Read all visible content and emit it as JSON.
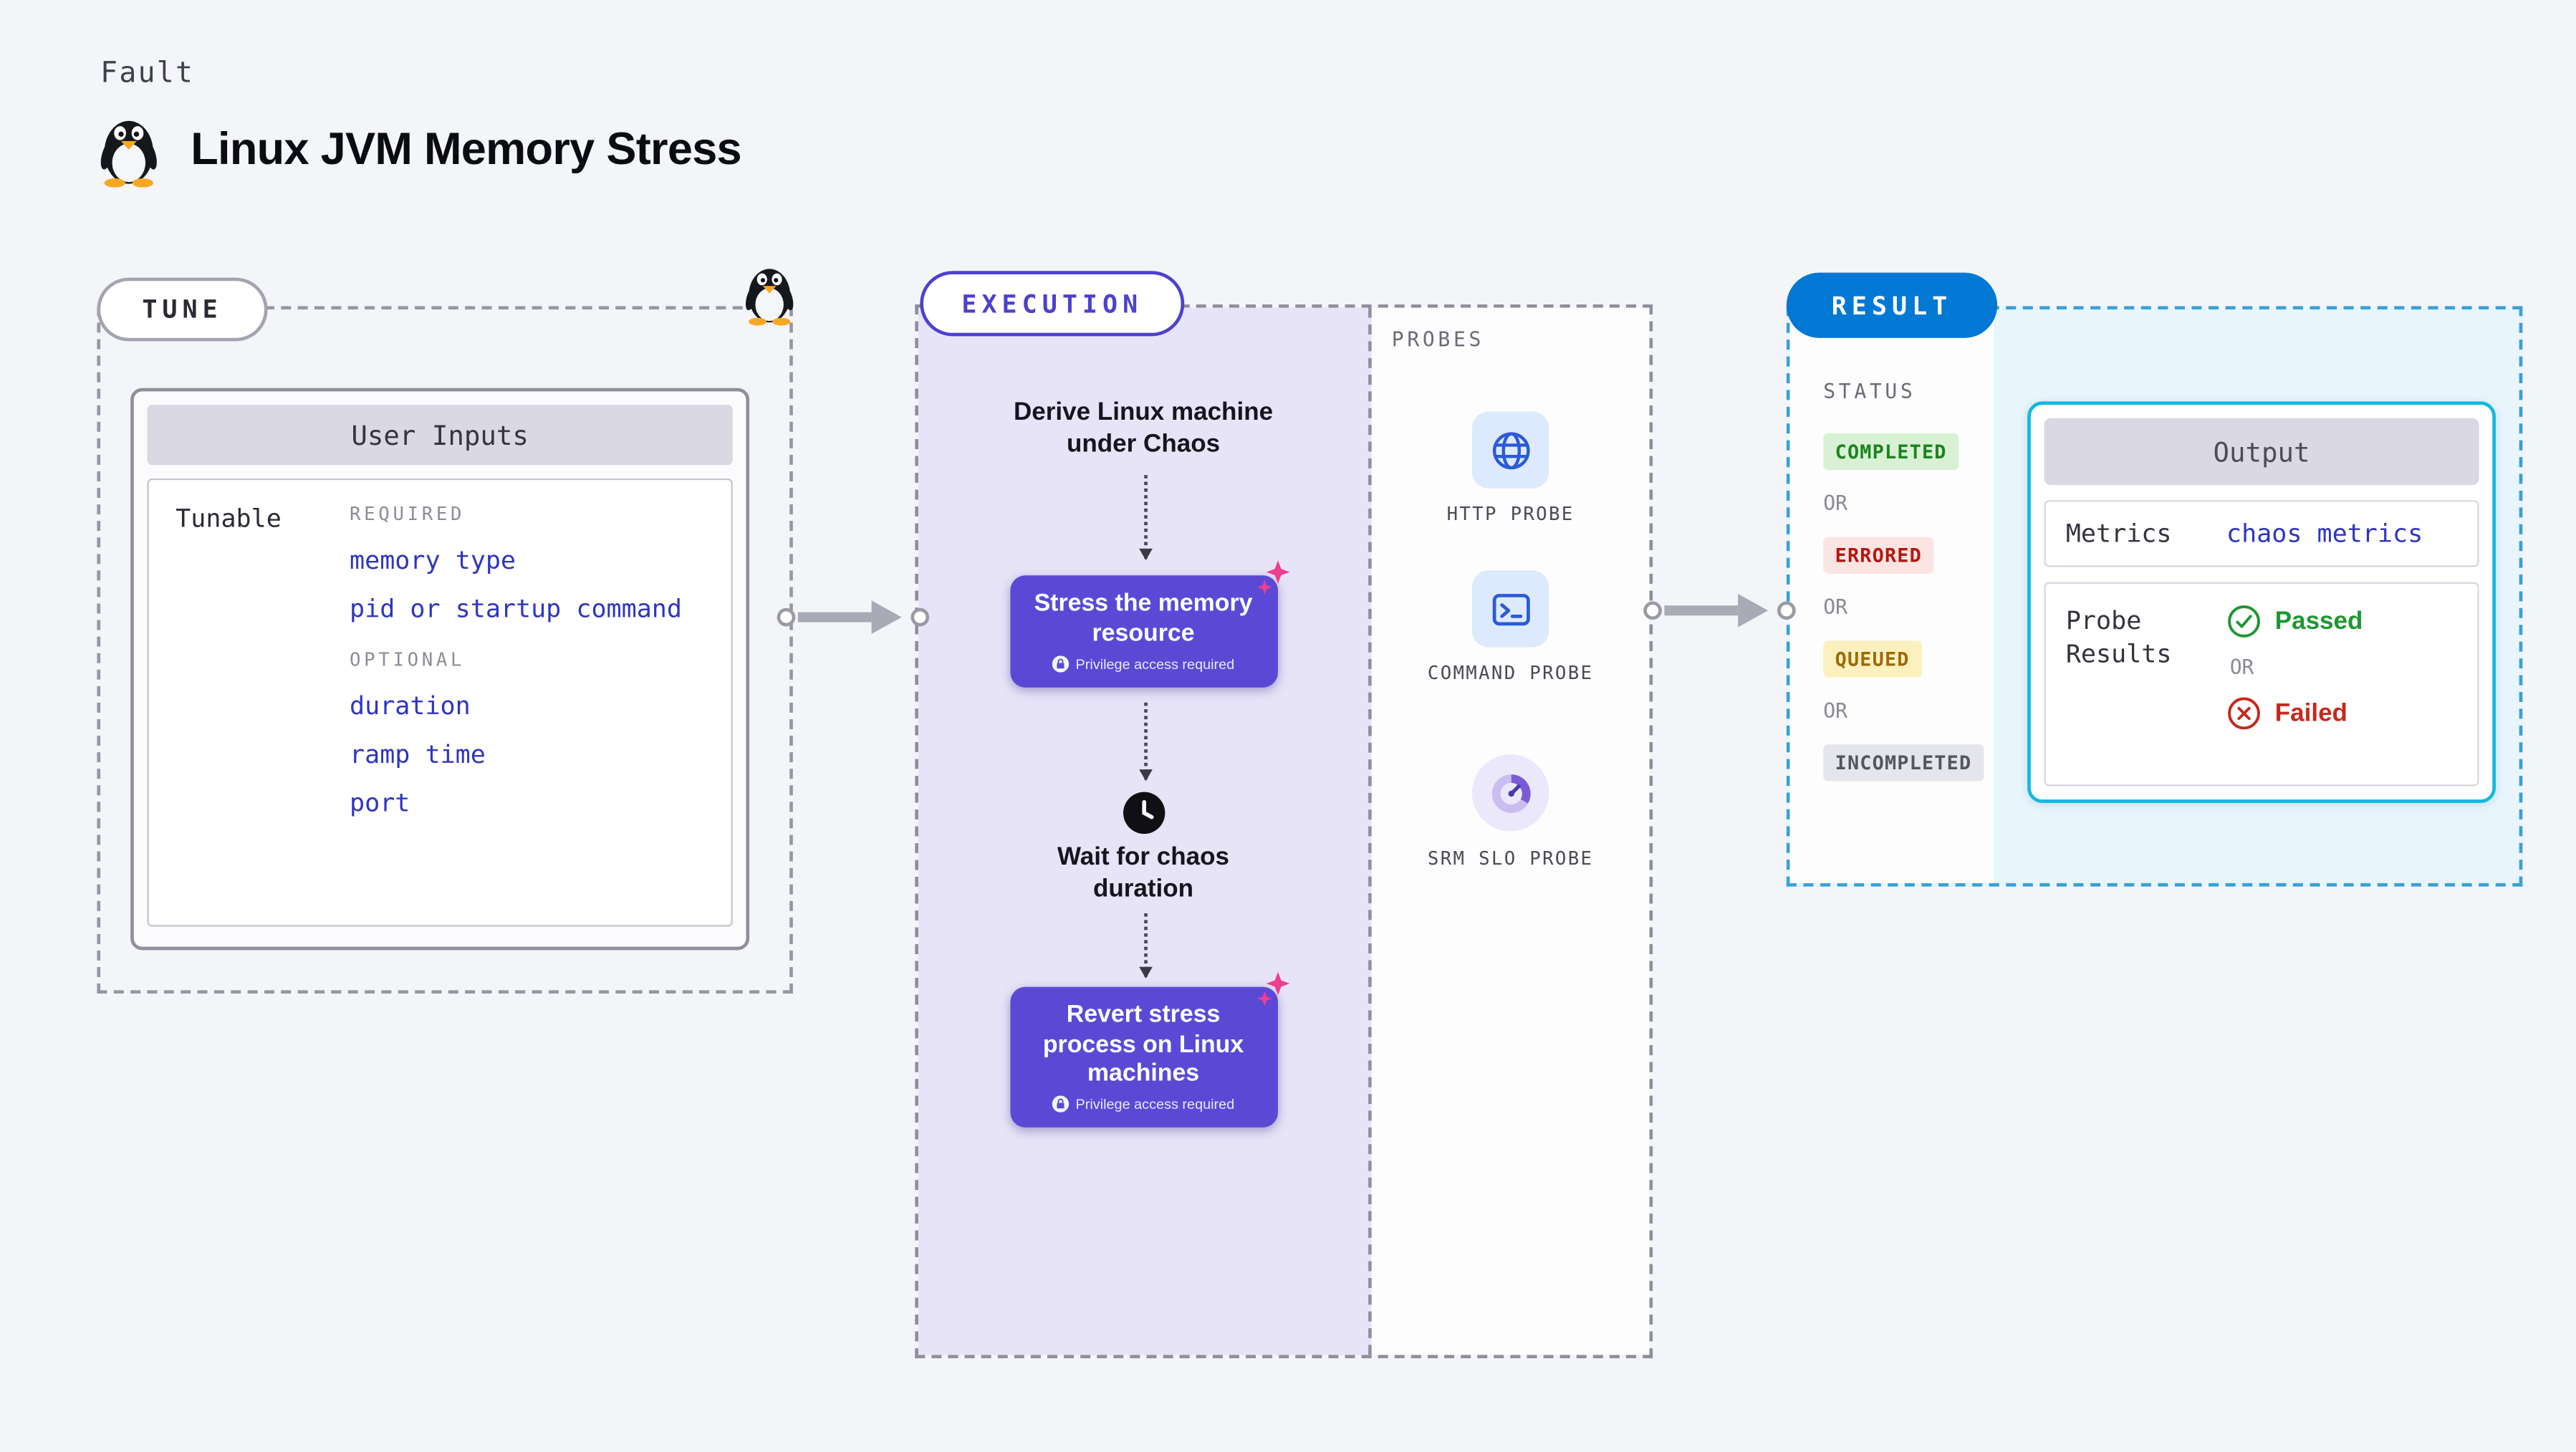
{
  "page": {
    "kicker": "Fault",
    "title": "Linux JVM Memory Stress"
  },
  "tune": {
    "label": "TUNE",
    "card_title": "User Inputs",
    "row_label": "Tunable",
    "required_label": "REQUIRED",
    "required_items": [
      "memory type",
      "pid or startup command"
    ],
    "optional_label": "OPTIONAL",
    "optional_items": [
      "duration",
      "ramp time",
      "port"
    ]
  },
  "execution": {
    "label": "EXECUTION",
    "derive_text": "Derive Linux machine under Chaos",
    "wait_text": "Wait for chaos duration",
    "steps": [
      {
        "label": "Stress the memory resource",
        "badge": "Privilege access required"
      },
      {
        "label": "Revert stress process on Linux machines",
        "badge": "Privilege access required"
      }
    ]
  },
  "probes": {
    "label": "PROBES",
    "items": [
      {
        "name": "HTTP PROBE",
        "icon": "globe-icon"
      },
      {
        "name": "COMMAND PROBE",
        "icon": "terminal-icon"
      },
      {
        "name": "SRM SLO PROBE",
        "icon": "slo-donut-icon"
      }
    ]
  },
  "result": {
    "label": "RESULT",
    "status_label": "STATUS",
    "or_label": "OR",
    "statuses": [
      {
        "label": "COMPLETED",
        "color": "#1b841d",
        "bg": "#d8f1d4"
      },
      {
        "label": "ERRORED",
        "color": "#b41710",
        "bg": "#fbe5e3"
      },
      {
        "label": "QUEUED",
        "color": "#9c6a08",
        "bg": "#fdf0bf"
      },
      {
        "label": "INCOMPLETED",
        "color": "#55555f",
        "bg": "#e5e5ec"
      }
    ],
    "output": {
      "title": "Output",
      "metrics_label": "Metrics",
      "metrics_value": "chaos metrics",
      "probe_results_label": "Probe Results",
      "passed_label": "Passed",
      "failed_label": "Failed"
    }
  },
  "colors": {
    "accent_purple": "#5b49d6",
    "execution_bg": "#e7e4f8",
    "result_blue": "#0278d5",
    "output_border": "#12b8e0",
    "link_blue": "#2f35c0",
    "passed_green": "#1f9632",
    "failed_red": "#c6281d",
    "sparkle_pink": "#ee3e8f",
    "arrow_gray": "#a9aab6",
    "page_bg": "#f4f5f9"
  }
}
